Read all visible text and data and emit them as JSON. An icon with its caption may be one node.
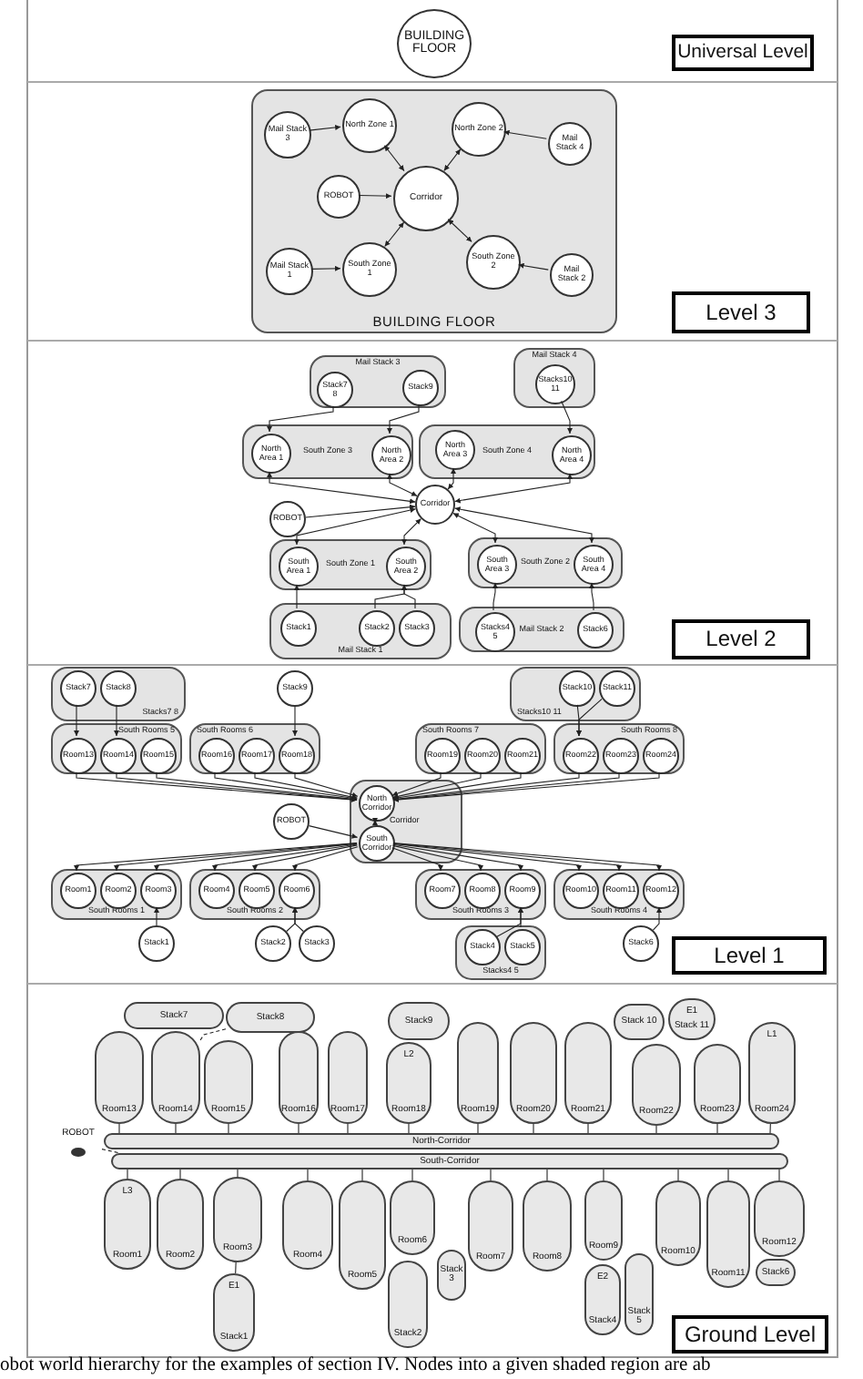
{
  "diagram": {
    "caption": "obot world hierarchy for the examples of section IV. Nodes into a given shaded region are ab",
    "nodes": [
      {
        "text": [
          "BUILDING FLOOR"
        ]
      },
      {
        "text": [
          "Universal Level"
        ]
      },
      {
        "text": [
          "BUILDING FLOOR"
        ]
      },
      {
        "text": [
          "Mail Stack 3"
        ],
        "in": 2
      },
      {
        "text": [
          "North Zone 1"
        ],
        "in": 2
      },
      {
        "text": [
          "North Zone 2"
        ],
        "in": 2
      },
      {
        "text": [
          "Mail Stack 4"
        ],
        "in": 2
      },
      {
        "text": [
          "ROBOT"
        ],
        "in": 2
      },
      {
        "text": [
          "Corridor"
        ],
        "in": 2
      },
      {
        "text": [
          "Mail Stack 1"
        ],
        "in": 2
      },
      {
        "text": [
          "South Zone 1"
        ],
        "in": 2
      },
      {
        "text": [
          "South Zone 2"
        ],
        "in": 2
      },
      {
        "text": [
          "Mail Stack 2"
        ],
        "in": 2
      },
      {
        "text": [
          "Level 3"
        ]
      },
      {
        "text": [
          "Mail Stack 3"
        ]
      },
      {
        "text": [
          "Stack7 8"
        ],
        "in": 14
      },
      {
        "text": [
          "Stack9"
        ],
        "in": 14
      },
      {
        "text": [
          "Mail Stack 4"
        ]
      },
      {
        "text": [
          "Stacks10 11"
        ],
        "in": 17
      },
      {
        "text": [
          "South Zone 3"
        ]
      },
      {
        "text": [
          "North Area 1"
        ],
        "in": 19
      },
      {
        "text": [
          "North Area 2"
        ],
        "in": 19
      },
      {
        "text": [
          "South Zone 4"
        ]
      },
      {
        "text": [
          "North Area 3"
        ],
        "in": 22
      },
      {
        "text": [
          "North Area 4"
        ],
        "in": 22
      },
      {
        "text": [
          "ROBOT"
        ]
      },
      {
        "text": [
          "Corridor"
        ]
      },
      {
        "text": [
          "South Zone 1"
        ]
      },
      {
        "text": [
          "South Area 1"
        ],
        "in": 27
      },
      {
        "text": [
          "South Area 2"
        ],
        "in": 27
      },
      {
        "text": [
          "South Zone 2"
        ]
      },
      {
        "text": [
          "South Area 3"
        ],
        "in": 30
      },
      {
        "text": [
          "South Area 4"
        ],
        "in": 30
      },
      {
        "text": [
          "Mail Stack 1"
        ]
      },
      {
        "text": [
          "Stack1"
        ],
        "in": 33
      },
      {
        "text": [
          "Stack2"
        ],
        "in": 33
      },
      {
        "text": [
          "Stack3"
        ],
        "in": 33
      },
      {
        "text": [
          "Mail Stack 2"
        ]
      },
      {
        "text": [
          "Stacks4 5"
        ],
        "in": 37
      },
      {
        "text": [
          "Stack6"
        ],
        "in": 37
      },
      {
        "text": [
          "Level 2"
        ]
      },
      {
        "text": [
          "Stacks7 8"
        ]
      },
      {
        "text": [
          "Stack7"
        ],
        "in": 41
      },
      {
        "text": [
          "Stack8"
        ],
        "in": 41
      },
      {
        "text": [
          "Stack9"
        ]
      },
      {
        "text": [
          "Stacks10 11"
        ]
      },
      {
        "text": [
          "Stack10"
        ],
        "in": 45
      },
      {
        "text": [
          "Stack11"
        ],
        "in": 45
      },
      {
        "text": [
          "South Rooms 5"
        ]
      },
      {
        "text": [
          "Room13"
        ],
        "in": 48
      },
      {
        "text": [
          "Room14"
        ],
        "in": 48
      },
      {
        "text": [
          "Room15"
        ],
        "in": 48
      },
      {
        "text": [
          "South Rooms 6"
        ]
      },
      {
        "text": [
          "Room16"
        ],
        "in": 52
      },
      {
        "text": [
          "Room17"
        ],
        "in": 52
      },
      {
        "text": [
          "Room18"
        ],
        "in": 52
      },
      {
        "text": [
          "South Rooms 7"
        ]
      },
      {
        "text": [
          "Room19"
        ],
        "in": 56
      },
      {
        "text": [
          "Room20"
        ],
        "in": 56
      },
      {
        "text": [
          "Room21"
        ],
        "in": 56
      },
      {
        "text": [
          "South Rooms 8"
        ]
      },
      {
        "text": [
          "Room22"
        ],
        "in": 60
      },
      {
        "text": [
          "Room23"
        ],
        "in": 60
      },
      {
        "text": [
          "Room24"
        ],
        "in": 60
      },
      {
        "text": [
          "ROBOT"
        ]
      },
      {
        "text": [
          "Corridor"
        ]
      },
      {
        "text": [
          "North Corridor"
        ],
        "in": 65
      },
      {
        "text": [
          "South Corridor"
        ],
        "in": 65
      },
      {
        "text": [
          "South Rooms 1"
        ]
      },
      {
        "text": [
          "Room1"
        ],
        "in": 68
      },
      {
        "text": [
          "Room2"
        ],
        "in": 68
      },
      {
        "text": [
          "Room3"
        ],
        "in": 68
      },
      {
        "text": [
          "South Rooms 2"
        ]
      },
      {
        "text": [
          "Room4"
        ],
        "in": 72
      },
      {
        "text": [
          "Room5"
        ],
        "in": 72
      },
      {
        "text": [
          "Room6"
        ],
        "in": 72
      },
      {
        "text": [
          "South Rooms 3"
        ]
      },
      {
        "text": [
          "Room7"
        ],
        "in": 76
      },
      {
        "text": [
          "Room8"
        ],
        "in": 76
      },
      {
        "text": [
          "Room9"
        ],
        "in": 76
      },
      {
        "text": [
          "South Rooms 4"
        ]
      },
      {
        "text": [
          "Room10"
        ],
        "in": 80
      },
      {
        "text": [
          "Room11"
        ],
        "in": 80
      },
      {
        "text": [
          "Room12"
        ],
        "in": 80
      },
      {
        "text": [
          "Stack1"
        ]
      },
      {
        "text": [
          "Stack2"
        ]
      },
      {
        "text": [
          "Stack3"
        ]
      },
      {
        "text": [
          "Stacks4 5"
        ]
      },
      {
        "text": [
          "Stack4"
        ],
        "in": 87
      },
      {
        "text": [
          "Stack5"
        ],
        "in": 87
      },
      {
        "text": [
          "Stack6"
        ]
      },
      {
        "text": [
          "Level 1"
        ]
      },
      {
        "text": [
          "Stack7"
        ]
      },
      {
        "text": [
          "Stack8"
        ]
      },
      {
        "text": [
          "Stack9"
        ]
      },
      {
        "text": [
          "Room13"
        ]
      },
      {
        "text": [
          "Room14"
        ]
      },
      {
        "text": [
          "Room15"
        ]
      },
      {
        "text": [
          "Room16"
        ]
      },
      {
        "text": [
          "Room17"
        ]
      },
      {
        "text": [
          "L2",
          "Room18"
        ]
      },
      {
        "text": [
          "Room19"
        ]
      },
      {
        "text": [
          "Room20"
        ]
      },
      {
        "text": [
          "Room21"
        ]
      },
      {
        "text": [
          "Stack 10"
        ]
      },
      {
        "text": [
          "E1",
          "Stack 11"
        ]
      },
      {
        "text": [
          "Room22"
        ]
      },
      {
        "text": [
          "Room23"
        ]
      },
      {
        "text": [
          "L1",
          "Room24"
        ]
      },
      {
        "text": [
          "ROBOT"
        ]
      },
      {
        "text": [
          "North-Corridor"
        ]
      },
      {
        "text": [
          "South-Corridor"
        ]
      },
      {
        "text": [
          "L3",
          "Room1"
        ]
      },
      {
        "text": [
          "Room2"
        ]
      },
      {
        "text": [
          "Room3"
        ]
      },
      {
        "text": [
          "E1",
          "Stack1"
        ]
      },
      {
        "text": [
          "Room4"
        ]
      },
      {
        "text": [
          "Room5"
        ]
      },
      {
        "text": [
          "Room6"
        ]
      },
      {
        "text": [
          "Stack2"
        ]
      },
      {
        "text": [
          "Stack 3"
        ]
      },
      {
        "text": [
          "Room7"
        ]
      },
      {
        "text": [
          "Room8"
        ]
      },
      {
        "text": [
          "Room9"
        ]
      },
      {
        "text": [
          "E2",
          "Stack4"
        ]
      },
      {
        "text": [
          "Stack 5"
        ]
      },
      {
        "text": [
          "Room10"
        ]
      },
      {
        "text": [
          "Room11"
        ]
      },
      {
        "text": [
          "Room12"
        ]
      },
      {
        "text": [
          "Stack6"
        ]
      },
      {
        "text": [
          "Ground Level"
        ]
      }
    ],
    "edges": [
      {
        "from": 3,
        "to": 4,
        "arrow": "to"
      },
      {
        "from": 6,
        "to": 5,
        "arrow": "to"
      },
      {
        "from": 8,
        "to": 4,
        "arrow": "both"
      },
      {
        "from": 8,
        "to": 5,
        "arrow": "both"
      },
      {
        "from": 7,
        "to": 8,
        "arrow": "to"
      },
      {
        "from": 9,
        "to": 10,
        "arrow": "to"
      },
      {
        "from": 12,
        "to": 11,
        "arrow": "to"
      },
      {
        "from": 8,
        "to": 10,
        "arrow": "both"
      },
      {
        "from": 8,
        "to": 11,
        "arrow": "both"
      },
      {
        "from": 15,
        "to": 20,
        "arrow": "to"
      },
      {
        "from": 16,
        "to": 21,
        "arrow": "to"
      },
      {
        "from": 18,
        "to": 24,
        "arrow": "to"
      },
      {
        "from": 26,
        "to": 20,
        "arrow": "both"
      },
      {
        "from": 26,
        "to": 21,
        "arrow": "both"
      },
      {
        "from": 26,
        "to": 23,
        "arrow": "both"
      },
      {
        "from": 26,
        "to": 24,
        "arrow": "both"
      },
      {
        "from": 25,
        "to": 26,
        "arrow": "to"
      },
      {
        "from": 26,
        "to": 28,
        "arrow": "both"
      },
      {
        "from": 26,
        "to": 29,
        "arrow": "both"
      },
      {
        "from": 26,
        "to": 31,
        "arrow": "both"
      },
      {
        "from": 26,
        "to": 32,
        "arrow": "both"
      },
      {
        "from": 34,
        "to": 28,
        "arrow": "to"
      },
      {
        "from": 35,
        "to": 29,
        "arrow": "to"
      },
      {
        "from": 36,
        "to": 29,
        "arrow": "to"
      },
      {
        "from": 38,
        "to": 31,
        "arrow": "to"
      },
      {
        "from": 39,
        "to": 32,
        "arrow": "to"
      },
      {
        "from": 42,
        "to": 49,
        "arrow": "to"
      },
      {
        "from": 43,
        "to": 50,
        "arrow": "to"
      },
      {
        "from": 44,
        "to": 55,
        "arrow": "to"
      },
      {
        "from": 46,
        "to": 61,
        "arrow": "to"
      },
      {
        "from": 47,
        "to": 61,
        "arrow": "to"
      },
      {
        "from": 49,
        "to": 66,
        "arrow": "to"
      },
      {
        "from": 50,
        "to": 66,
        "arrow": "to"
      },
      {
        "from": 51,
        "to": 66,
        "arrow": "to"
      },
      {
        "from": 53,
        "to": 66,
        "arrow": "to"
      },
      {
        "from": 54,
        "to": 66,
        "arrow": "to"
      },
      {
        "from": 55,
        "to": 66,
        "arrow": "to"
      },
      {
        "from": 57,
        "to": 66,
        "arrow": "to"
      },
      {
        "from": 58,
        "to": 66,
        "arrow": "to"
      },
      {
        "from": 59,
        "to": 66,
        "arrow": "to"
      },
      {
        "from": 61,
        "to": 66,
        "arrow": "to"
      },
      {
        "from": 62,
        "to": 66,
        "arrow": "to"
      },
      {
        "from": 63,
        "to": 66,
        "arrow": "to"
      },
      {
        "from": 66,
        "to": 67,
        "arrow": "both"
      },
      {
        "from": 64,
        "to": 67,
        "arrow": "to"
      },
      {
        "from": 67,
        "to": 69,
        "arrow": "to"
      },
      {
        "from": 67,
        "to": 70,
        "arrow": "to"
      },
      {
        "from": 67,
        "to": 71,
        "arrow": "to"
      },
      {
        "from": 67,
        "to": 73,
        "arrow": "to"
      },
      {
        "from": 67,
        "to": 74,
        "arrow": "to"
      },
      {
        "from": 67,
        "to": 75,
        "arrow": "to"
      },
      {
        "from": 67,
        "to": 77,
        "arrow": "to"
      },
      {
        "from": 67,
        "to": 78,
        "arrow": "to"
      },
      {
        "from": 67,
        "to": 79,
        "arrow": "to"
      },
      {
        "from": 67,
        "to": 81,
        "arrow": "to"
      },
      {
        "from": 67,
        "to": 82,
        "arrow": "to"
      },
      {
        "from": 67,
        "to": 83,
        "arrow": "to"
      },
      {
        "from": 84,
        "to": 71,
        "arrow": "to"
      },
      {
        "from": 85,
        "to": 75,
        "arrow": "to"
      },
      {
        "from": 86,
        "to": 75,
        "arrow": "to"
      },
      {
        "from": 88,
        "to": 79,
        "arrow": "to"
      },
      {
        "from": 89,
        "to": 79,
        "arrow": "to"
      },
      {
        "from": 90,
        "to": 83,
        "arrow": "to"
      },
      {
        "from": 95,
        "to": 110,
        "arrow": "none"
      },
      {
        "from": 96,
        "to": 110,
        "arrow": "none"
      },
      {
        "from": 97,
        "to": 110,
        "arrow": "none"
      },
      {
        "from": 98,
        "to": 110,
        "arrow": "none"
      },
      {
        "from": 99,
        "to": 110,
        "arrow": "none"
      },
      {
        "from": 100,
        "to": 110,
        "arrow": "none"
      },
      {
        "from": 101,
        "to": 110,
        "arrow": "none"
      },
      {
        "from": 102,
        "to": 110,
        "arrow": "none"
      },
      {
        "from": 103,
        "to": 110,
        "arrow": "none"
      },
      {
        "from": 106,
        "to": 110,
        "arrow": "none"
      },
      {
        "from": 107,
        "to": 110,
        "arrow": "none"
      },
      {
        "from": 108,
        "to": 110,
        "arrow": "none"
      },
      {
        "from": 112,
        "to": 111,
        "arrow": "none"
      },
      {
        "from": 113,
        "to": 111,
        "arrow": "none"
      },
      {
        "from": 114,
        "to": 111,
        "arrow": "none"
      },
      {
        "from": 116,
        "to": 111,
        "arrow": "none"
      },
      {
        "from": 117,
        "to": 111,
        "arrow": "none"
      },
      {
        "from": 118,
        "to": 111,
        "arrow": "none"
      },
      {
        "from": 121,
        "to": 111,
        "arrow": "none"
      },
      {
        "from": 122,
        "to": 111,
        "arrow": "none"
      },
      {
        "from": 123,
        "to": 111,
        "arrow": "none"
      },
      {
        "from": 126,
        "to": 111,
        "arrow": "none"
      },
      {
        "from": 127,
        "to": 111,
        "arrow": "none"
      },
      {
        "from": 128,
        "to": 111,
        "arrow": "none"
      },
      {
        "from": 114,
        "to": 115,
        "arrow": "none"
      },
      {
        "from": 93,
        "to": 96,
        "arrow": "none",
        "style": "dashed"
      },
      {
        "from": 109,
        "to": 111,
        "arrow": "none",
        "style": "dashed"
      }
    ]
  }
}
